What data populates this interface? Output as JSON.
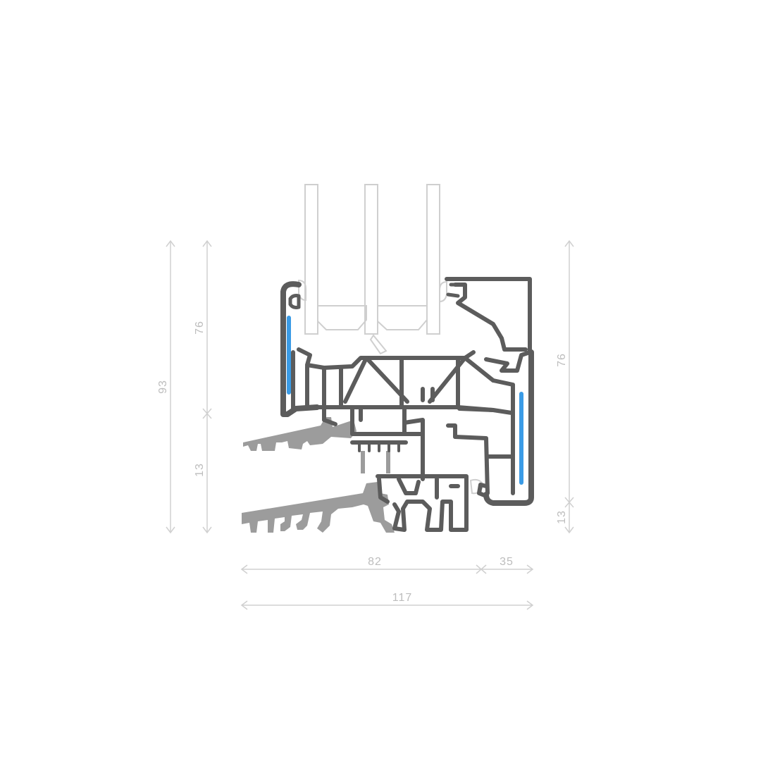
{
  "colors": {
    "profile": "#5c5c5c",
    "sill": "#9c9c9c",
    "gasket": "#3a9be6",
    "glass": "#cfcfcf",
    "dimension": "#d0d0d0",
    "dimension_text": "#bdbdbd"
  },
  "dimensions": {
    "overall_height": "93",
    "left_upper": "76",
    "left_lower": "13",
    "right_upper": "76",
    "right_lower": "13",
    "width_frame": "82",
    "width_sash": "35",
    "overall_width": "117"
  }
}
